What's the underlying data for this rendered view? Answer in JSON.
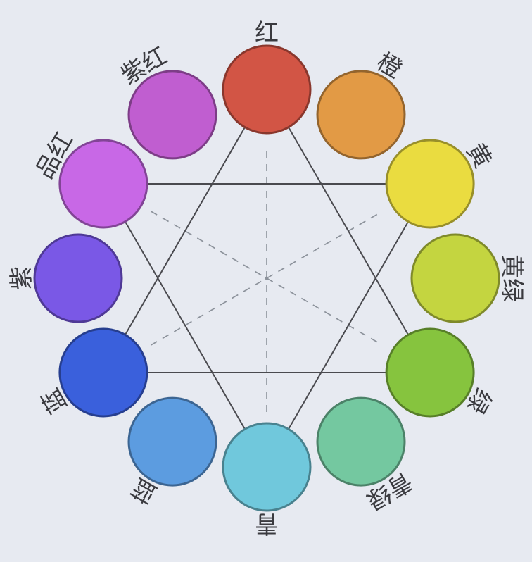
{
  "diagram": {
    "type": "twelve-hue color wheel",
    "hues": [
      {
        "label": "红",
        "color": "#d25545"
      },
      {
        "label": "橙",
        "color": "#e29a45"
      },
      {
        "label": "黄",
        "color": "#eadc40"
      },
      {
        "label": "黄绿",
        "color": "#c4d540"
      },
      {
        "label": "绿",
        "color": "#86c43e"
      },
      {
        "label": "青绿",
        "color": "#74c8a0"
      },
      {
        "label": "青",
        "color": "#70c8dc"
      },
      {
        "label": "蓝",
        "color": "#5c9ce0"
      },
      {
        "label": "蓝",
        "color": "#3a60dc"
      },
      {
        "label": "紫",
        "color": "#7a58e6"
      },
      {
        "label": "品红",
        "color": "#c868e6"
      },
      {
        "label": "紫红",
        "color": "#c05ed0"
      }
    ],
    "colors": {
      "board": "#e7eaf1",
      "line": "#4a4a4f",
      "dashed": "#8c929b",
      "label": "#3a3a3f"
    }
  }
}
